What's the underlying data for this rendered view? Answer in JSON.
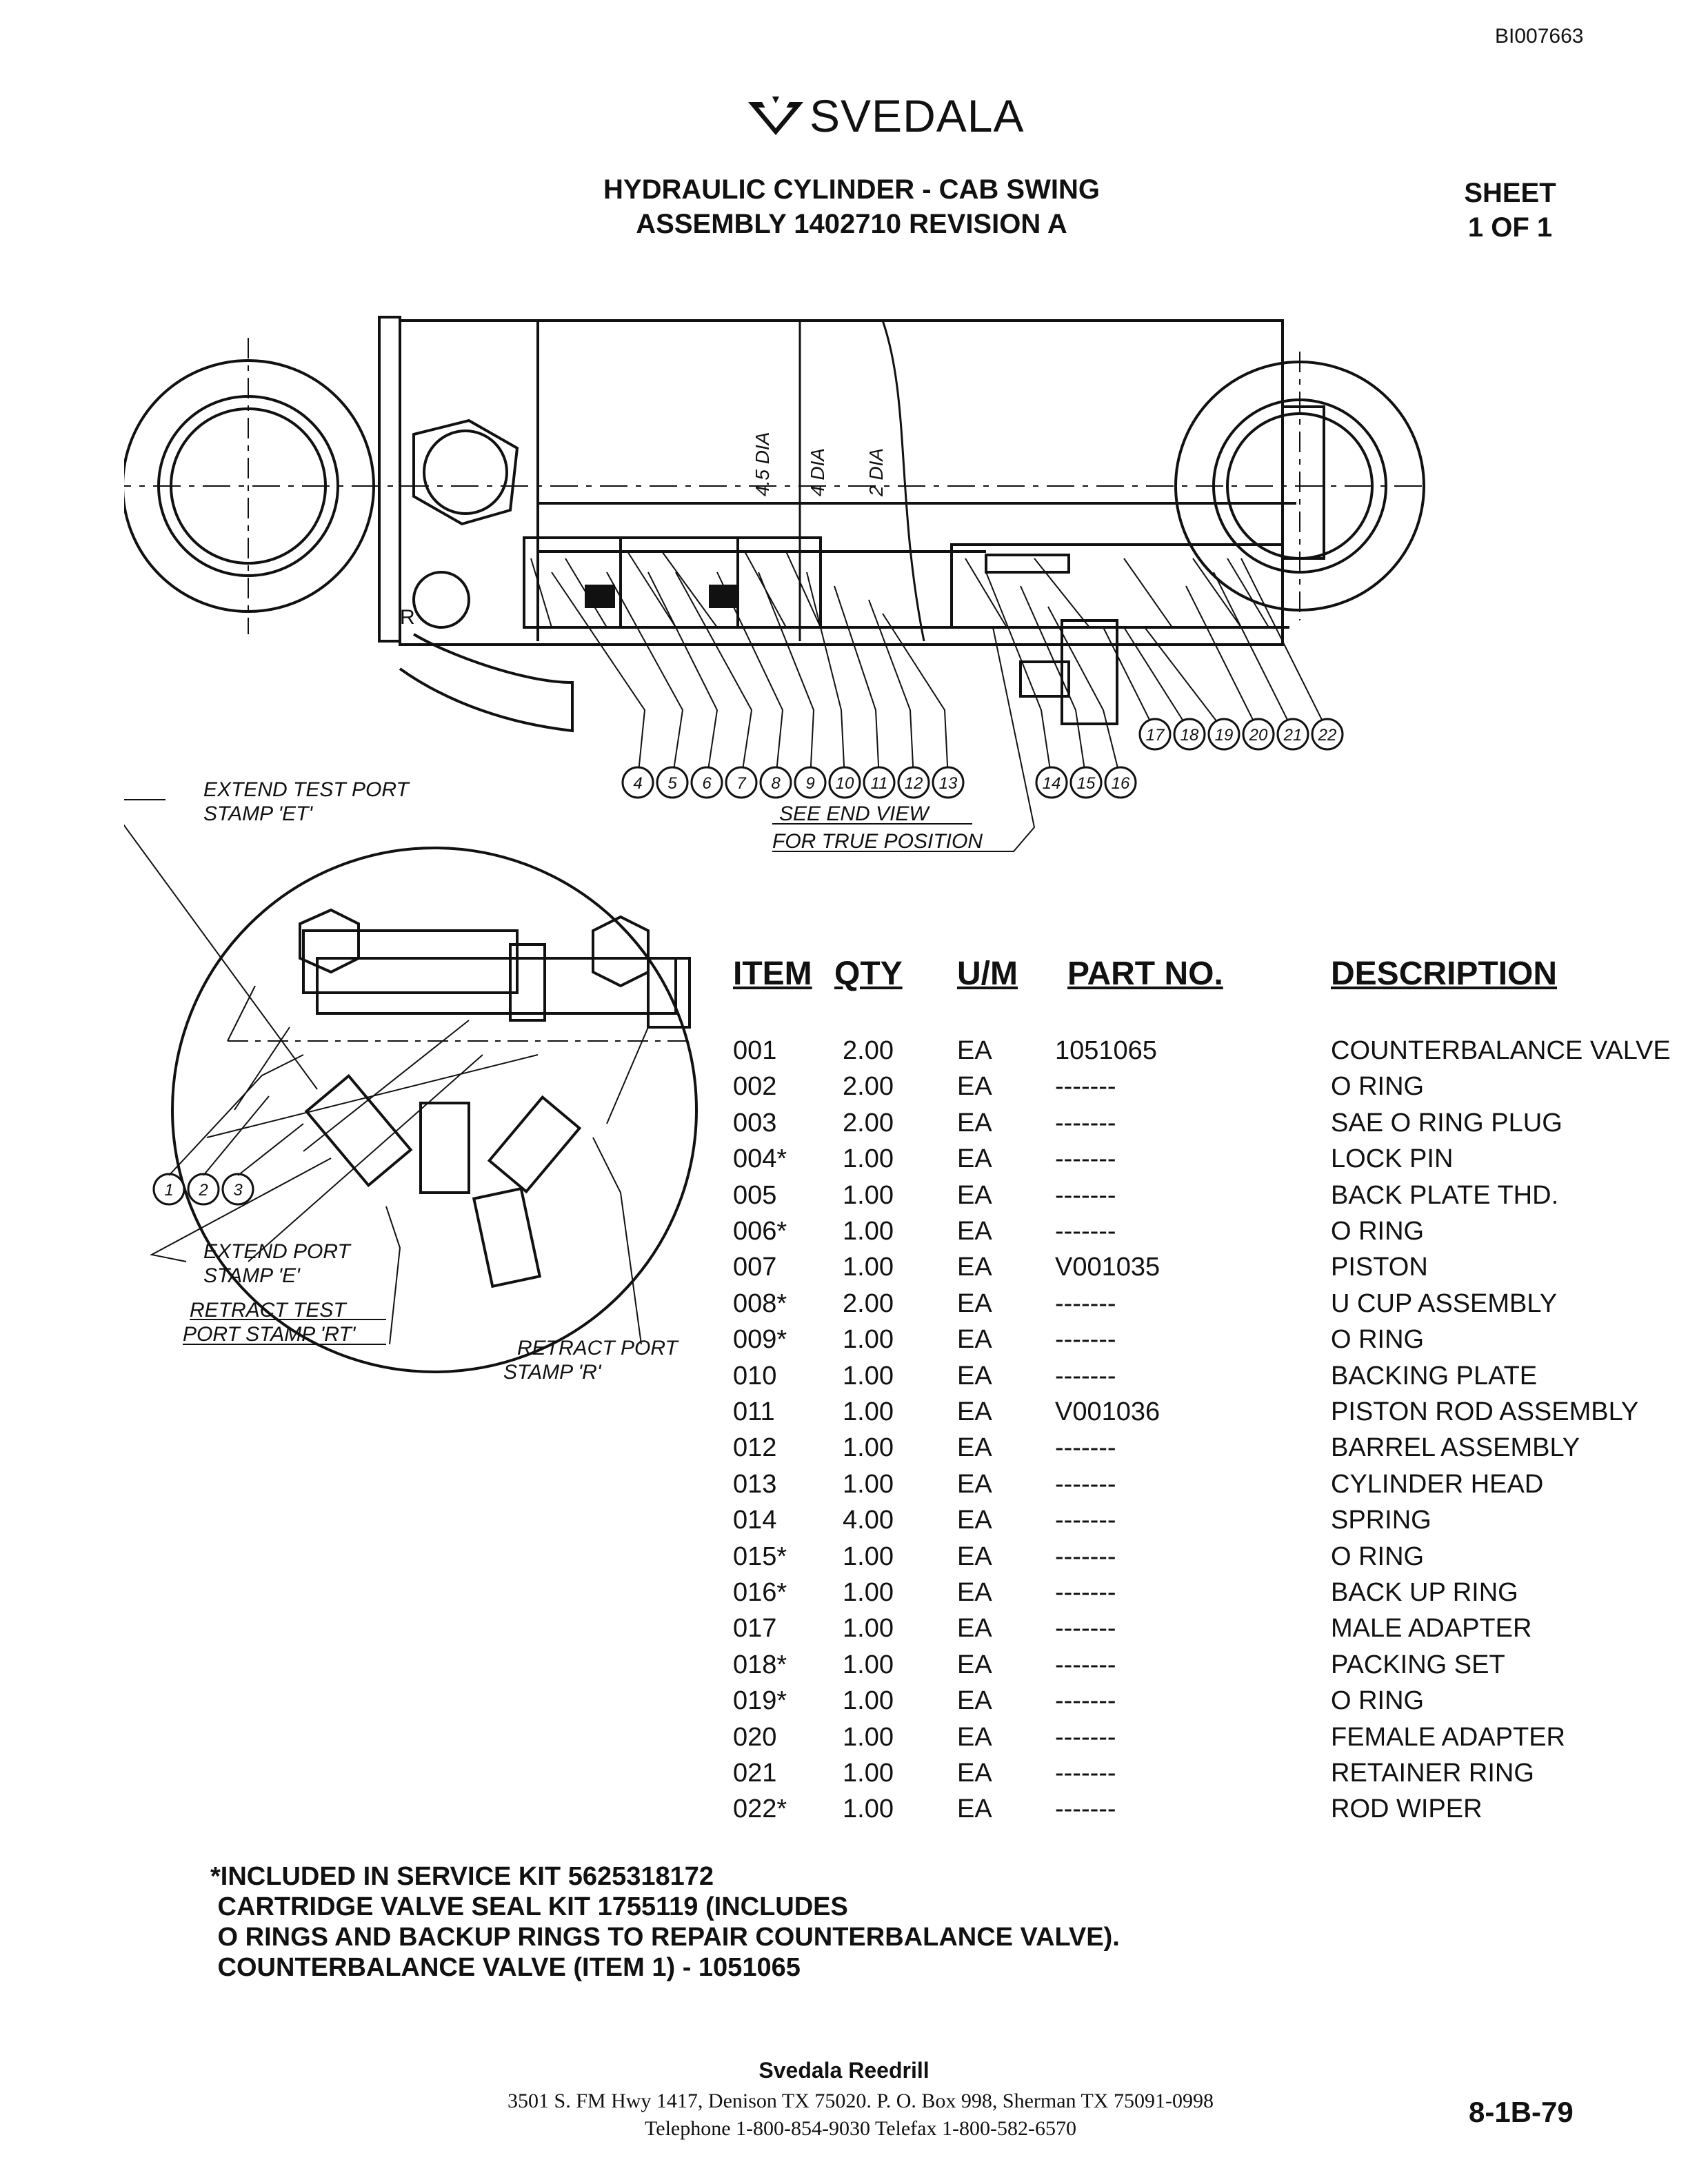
{
  "header": {
    "doc_id": "BI007663",
    "logo_text": "SVEDALA",
    "title_line1": "HYDRAULIC CYLINDER - CAB SWING",
    "title_line2": "ASSEMBLY 1402710 REVISION A",
    "sheet_label": "SHEET",
    "sheet_value": "1 OF 1"
  },
  "drawing": {
    "extend_test_port": "EXTEND TEST PORT",
    "extend_test_port_stamp": "STAMP 'ET'",
    "see_end_view": "SEE END VIEW",
    "for_true_position": "FOR TRUE POSITION",
    "extend_port": "EXTEND PORT",
    "extend_port_stamp": "STAMP 'E'",
    "retract_test": "RETRACT TEST",
    "retract_test_stamp": "PORT STAMP 'RT'",
    "retract_port": "RETRACT PORT",
    "retract_port_stamp": "STAMP 'R'",
    "dia_1": "4.5 DIA",
    "dia_2": "4 DIA",
    "dia_3": "2 DIA",
    "r_mark": "R",
    "balloons_main_a": [
      "4",
      "5",
      "6",
      "7",
      "8",
      "9",
      "10",
      "11",
      "12",
      "13"
    ],
    "balloons_main_b": [
      "14",
      "15",
      "16"
    ],
    "balloons_main_c": [
      "17",
      "18",
      "19",
      "20",
      "21",
      "22"
    ],
    "balloons_end": [
      "1",
      "2",
      "3"
    ]
  },
  "table": {
    "headers": {
      "item": "ITEM",
      "qty": "QTY",
      "um": "U/M",
      "part": "PART NO.",
      "desc": "DESCRIPTION"
    },
    "rows": [
      {
        "item": "001",
        "qty": "2.00",
        "um": "EA",
        "part": "1051065",
        "desc": "COUNTERBALANCE VALVE"
      },
      {
        "item": "002",
        "qty": "2.00",
        "um": "EA",
        "part": "-------",
        "desc": "O RING"
      },
      {
        "item": "003",
        "qty": "2.00",
        "um": "EA",
        "part": "-------",
        "desc": "SAE O RING PLUG"
      },
      {
        "item": "004*",
        "qty": "1.00",
        "um": "EA",
        "part": "-------",
        "desc": "LOCK PIN"
      },
      {
        "item": "005",
        "qty": "1.00",
        "um": "EA",
        "part": "-------",
        "desc": "BACK PLATE THD."
      },
      {
        "item": "006*",
        "qty": "1.00",
        "um": "EA",
        "part": "-------",
        "desc": "O RING"
      },
      {
        "item": "007",
        "qty": "1.00",
        "um": "EA",
        "part": "V001035",
        "desc": "PISTON"
      },
      {
        "item": "008*",
        "qty": "2.00",
        "um": "EA",
        "part": "-------",
        "desc": "U CUP ASSEMBLY"
      },
      {
        "item": "009*",
        "qty": "1.00",
        "um": "EA",
        "part": "-------",
        "desc": "O RING"
      },
      {
        "item": "010",
        "qty": "1.00",
        "um": "EA",
        "part": "-------",
        "desc": "BACKING PLATE"
      },
      {
        "item": "011",
        "qty": "1.00",
        "um": "EA",
        "part": "V001036",
        "desc": "PISTON ROD ASSEMBLY"
      },
      {
        "item": "012",
        "qty": "1.00",
        "um": "EA",
        "part": "-------",
        "desc": "BARREL ASSEMBLY"
      },
      {
        "item": "013",
        "qty": "1.00",
        "um": "EA",
        "part": "-------",
        "desc": "CYLINDER HEAD"
      },
      {
        "item": "014",
        "qty": "4.00",
        "um": "EA",
        "part": "-------",
        "desc": "SPRING"
      },
      {
        "item": "015*",
        "qty": "1.00",
        "um": "EA",
        "part": "-------",
        "desc": "O RING"
      },
      {
        "item": "016*",
        "qty": "1.00",
        "um": "EA",
        "part": "-------",
        "desc": "BACK UP RING"
      },
      {
        "item": "017",
        "qty": "1.00",
        "um": "EA",
        "part": "-------",
        "desc": "MALE ADAPTER"
      },
      {
        "item": "018*",
        "qty": "1.00",
        "um": "EA",
        "part": "-------",
        "desc": "PACKING SET"
      },
      {
        "item": "019*",
        "qty": "1.00",
        "um": "EA",
        "part": "-------",
        "desc": "O RING"
      },
      {
        "item": "020",
        "qty": "1.00",
        "um": "EA",
        "part": "-------",
        "desc": "FEMALE ADAPTER"
      },
      {
        "item": "021",
        "qty": "1.00",
        "um": "EA",
        "part": "-------",
        "desc": "RETAINER RING"
      },
      {
        "item": "022*",
        "qty": "1.00",
        "um": "EA",
        "part": "-------",
        "desc": "ROD WIPER"
      }
    ]
  },
  "notes": {
    "line1": "*INCLUDED IN SERVICE KIT 5625318172",
    "line2": " CARTRIDGE VALVE SEAL KIT 1755119 (INCLUDES",
    "line3": " O RINGS AND BACKUP RINGS TO REPAIR COUNTERBALANCE VALVE).",
    "line4": " COUNTERBALANCE VALVE (ITEM 1) - 1051065"
  },
  "footer": {
    "company": "Svedala Reedrill",
    "address": "3501 S. FM Hwy 1417, Denison TX 75020.  P. O. Box 998, Sherman TX 75091-0998",
    "phone": "Telephone 1-800-854-9030 Telefax 1-800-582-6570",
    "page_no": "8-1B-79"
  }
}
